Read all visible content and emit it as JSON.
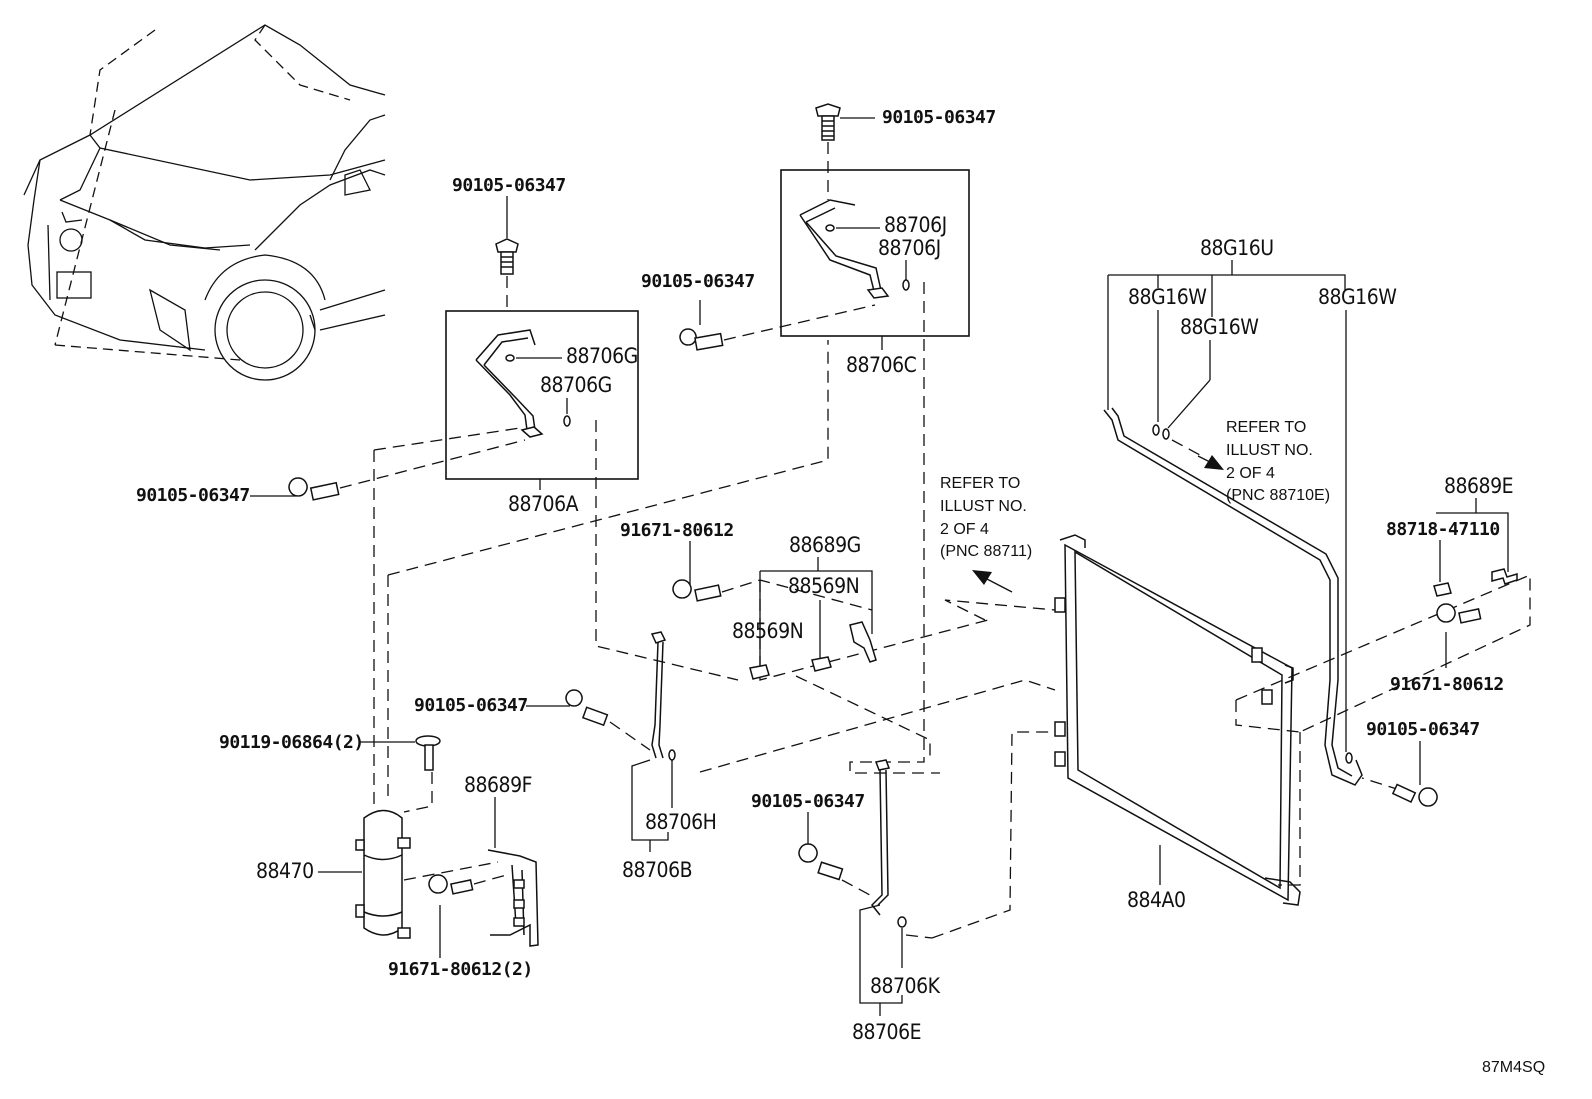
{
  "labels": {
    "bolt_top": "90105-06347",
    "bolt_a_top": "90105-06347",
    "bolt_c_left": "90105-06347",
    "bolt_a_left": "90105-06347",
    "bolt_h": "90105-06347",
    "bolt_e": "90105-06347",
    "bolt_right": "90105-06347",
    "screw_88470": "90119-06864(2)",
    "bolt_g": "91671-80612",
    "bolt_f": "91671-80612(2)",
    "bolt_e2": "91671-80612",
    "clip_88718": "88718-47110",
    "p_88706J_1": "88706J",
    "p_88706J_2": "88706J",
    "p_88706C": "88706C",
    "p_88706G_1": "88706G",
    "p_88706G_2": "88706G",
    "p_88706A": "88706A",
    "p_88G16U": "88G16U",
    "p_88G16W_1": "88G16W",
    "p_88G16W_2": "88G16W",
    "p_88G16W_3": "88G16W",
    "p_88689G": "88689G",
    "p_88569N_1": "88569N",
    "p_88569N_2": "88569N",
    "p_88689E": "88689E",
    "p_88689F": "88689F",
    "p_88470": "88470",
    "p_88706H": "88706H",
    "p_88706B": "88706B",
    "p_88706K": "88706K",
    "p_88706E": "88706E",
    "p_884A0": "884A0"
  },
  "refs": {
    "ref1": [
      "REFER TO",
      "ILLUST NO.",
      "2 OF 4",
      "(PNC 88711)"
    ],
    "ref2": [
      "REFER TO",
      "ILLUST NO.",
      "2 OF 4",
      "(PNC 88710E)"
    ]
  },
  "diagram_code": "87M4SQ"
}
